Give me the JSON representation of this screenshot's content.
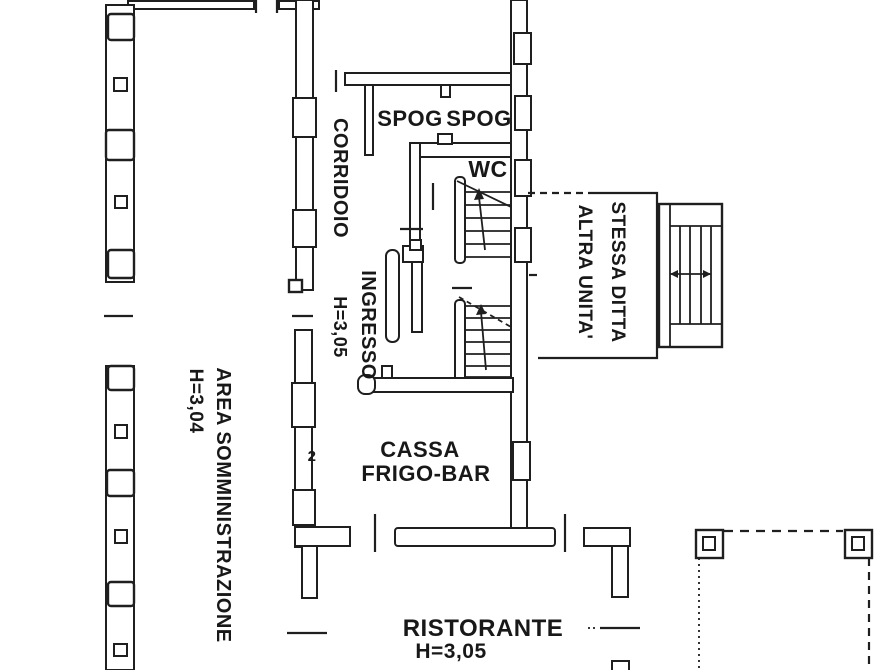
{
  "plan": {
    "labels": {
      "corridoio": "CORRIDOIO",
      "spog_1": "SPOG",
      "spog_2": "SPOG",
      "wc": "WC",
      "ingresso": "INGRESSO",
      "ingresso_height": "H=3,05",
      "altra_unita": "ALTRA UNITA'",
      "stessa_ditta": "STESSA DITTA",
      "area_somministrazione": "AREA SOMMINISTRAZIONE",
      "area_height": "H=3,04",
      "cassa": "CASSA",
      "frigo_bar": "FRIGO-BAR",
      "ristorante": "RISTORANTE",
      "ristorante_height": "H=3,05",
      "wall_number": "2"
    },
    "colors": {
      "ink": "#1f1f1f",
      "paper": "#ffffff"
    }
  }
}
